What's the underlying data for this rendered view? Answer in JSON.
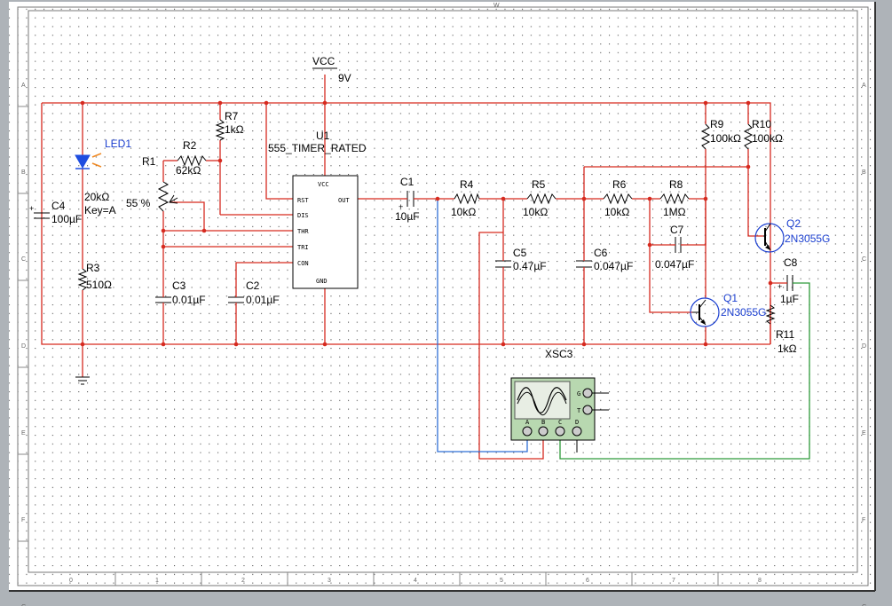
{
  "title_block_label": "W",
  "power": {
    "vcc_label": "VCC",
    "vcc_value": "9V"
  },
  "timer": {
    "ref": "U1",
    "model": "555_TIMER_RATED",
    "pins": {
      "vcc": "VCC",
      "rst": "RST",
      "out": "OUT",
      "dis": "DIS",
      "thr": "THR",
      "tri": "TRI",
      "con": "CON",
      "gnd": "GND"
    }
  },
  "components": {
    "led1": {
      "ref": "LED1"
    },
    "c4": {
      "ref": "C4",
      "value": "100µF"
    },
    "r1": {
      "ref": "R1",
      "value": "20kΩ",
      "key": "Key=A",
      "setting": "55 %"
    },
    "r2": {
      "ref": "R2",
      "value": "62kΩ"
    },
    "r7": {
      "ref": "R7",
      "value": "1kΩ"
    },
    "r3": {
      "ref": "R3",
      "value": "510Ω"
    },
    "c3": {
      "ref": "C3",
      "value": "0.01µF"
    },
    "c2": {
      "ref": "C2",
      "value": "0.01µF"
    },
    "c1": {
      "ref": "C1",
      "value": "10µF"
    },
    "r4": {
      "ref": "R4",
      "value": "10kΩ"
    },
    "r5": {
      "ref": "R5",
      "value": "10kΩ"
    },
    "c5": {
      "ref": "C5",
      "value": "0.47µF"
    },
    "r6": {
      "ref": "R6",
      "value": "10kΩ"
    },
    "c6": {
      "ref": "C6",
      "value": "0.047µF"
    },
    "r8": {
      "ref": "R8",
      "value": "1MΩ"
    },
    "c7": {
      "ref": "C7",
      "value": "0.047µF"
    },
    "r9": {
      "ref": "R9",
      "value": "100kΩ"
    },
    "r10": {
      "ref": "R10",
      "value": "100kΩ"
    },
    "q1": {
      "ref": "Q1",
      "model": "2N3055G"
    },
    "q2": {
      "ref": "Q2",
      "model": "2N3055G"
    },
    "c8": {
      "ref": "C8",
      "value": "1µF"
    },
    "r11": {
      "ref": "R11",
      "value": "1kΩ"
    }
  },
  "scope": {
    "ref": "XSC3",
    "terminals": [
      "A",
      "B",
      "C",
      "D"
    ],
    "side_terminals": [
      "G",
      "T"
    ]
  },
  "ruler": {
    "columns": [
      "0",
      "1",
      "2",
      "3",
      "4",
      "5",
      "6",
      "7",
      "8"
    ],
    "rows": [
      "A",
      "B",
      "C",
      "D",
      "E",
      "F",
      "G"
    ]
  },
  "colors": {
    "wire": "#d62a1f",
    "probe_a": "#2f6fd6",
    "probe_d": "#2e9a3a",
    "component_blue": "#1b3fd0",
    "led": "#1e4de0",
    "led_arrows": "#f08a24",
    "scope_body": "#b8d8b0"
  }
}
